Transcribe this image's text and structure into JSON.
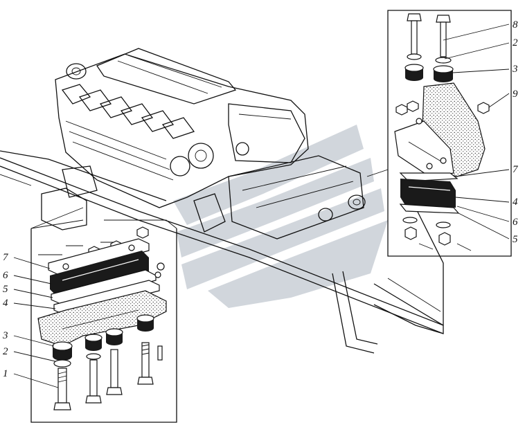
{
  "diagram": {
    "left_inset_callouts": [
      "7",
      "6",
      "5",
      "4",
      "3",
      "2",
      "1"
    ],
    "right_inset_callouts": [
      "8",
      "2",
      "3",
      "9",
      "7",
      "4",
      "6",
      "5"
    ]
  },
  "colors": {
    "ink": "#111111",
    "paper": "#ffffff",
    "watermark": "#c9cfd6"
  }
}
